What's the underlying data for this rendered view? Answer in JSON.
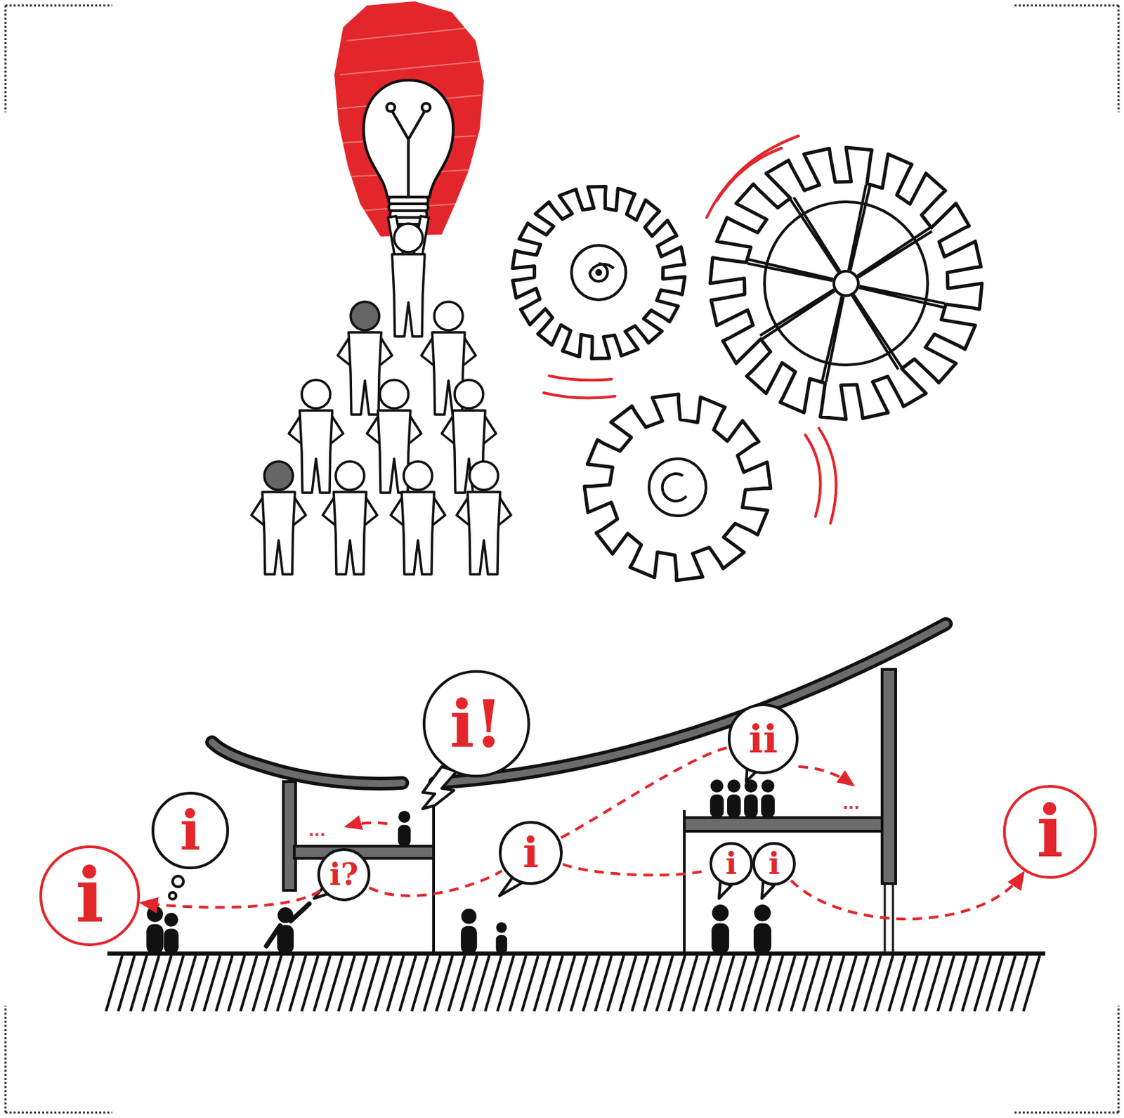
{
  "diagram": {
    "nodes": [
      {
        "text": [
          "i"
        ]
      },
      {
        "text": [
          "i"
        ]
      },
      {
        "text": [
          "i!"
        ]
      },
      {
        "text": [
          "i?"
        ]
      },
      {
        "text": [
          "i"
        ]
      },
      {
        "text": [
          "ii"
        ]
      },
      {
        "text": [
          "i"
        ]
      },
      {
        "text": [
          "i"
        ]
      },
      {
        "text": [
          "i"
        ]
      }
    ],
    "edges": [
      {
        "from": 3,
        "to": 0,
        "arrow": "to"
      },
      {
        "from": 3,
        "to": 4,
        "arrow": "none"
      },
      {
        "from": 4,
        "to": 5,
        "arrow": "none"
      },
      {
        "from": 4,
        "to": 6,
        "arrow": "none"
      },
      {
        "from": 7,
        "to": 8,
        "arrow": "to"
      }
    ],
    "labels": [
      "...",
      "..."
    ]
  }
}
